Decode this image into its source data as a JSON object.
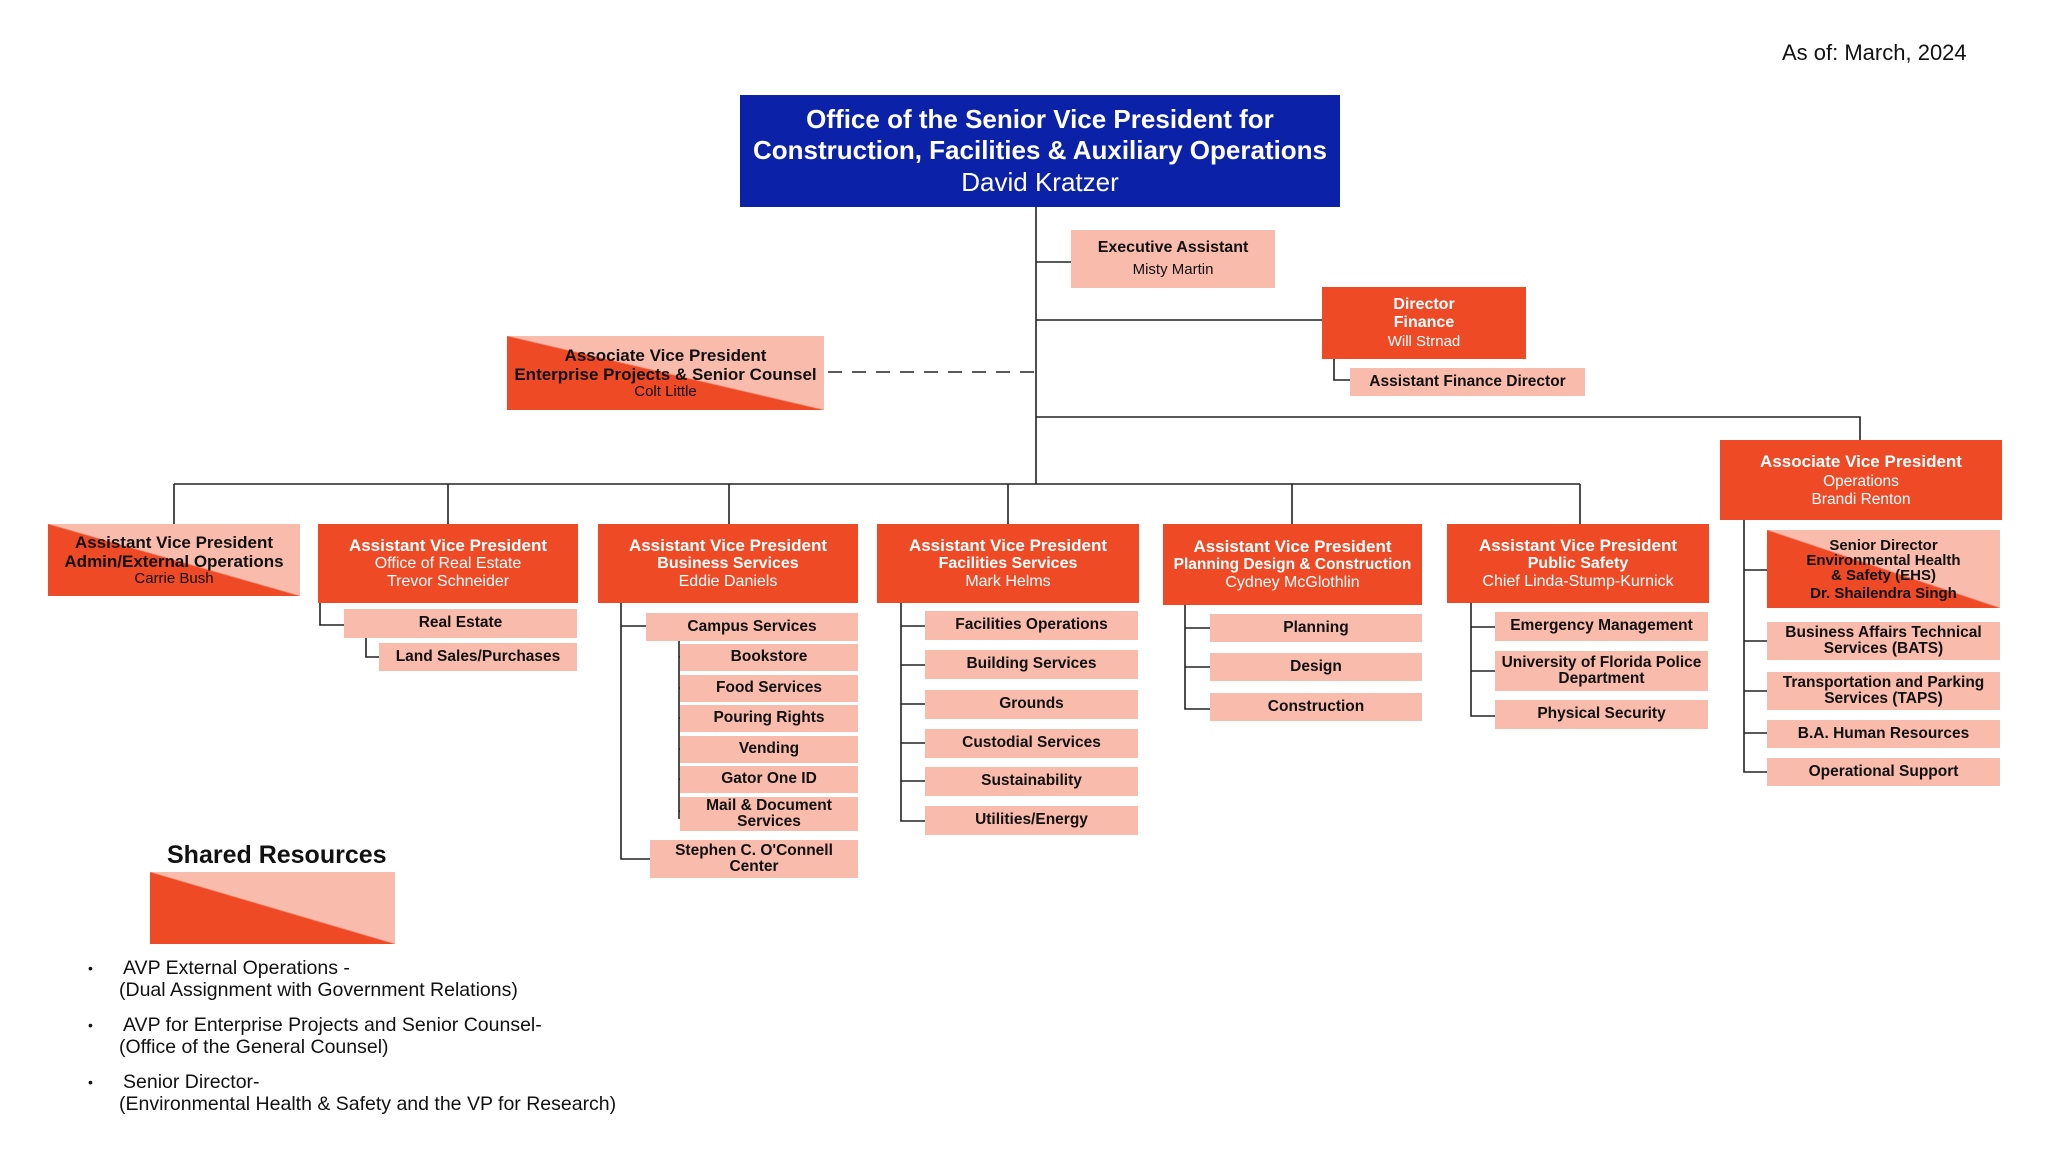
{
  "as_of": "As of: March, 2024",
  "root": {
    "line1": "Office of the Senior Vice President for",
    "line2": "Construction, Facilities & Auxiliary Operations",
    "name": "David Kratzer"
  },
  "exec_assistant": {
    "title": "Executive Assistant",
    "name": "Misty Martin"
  },
  "director_finance": {
    "line1": "Director",
    "line2": "Finance",
    "name": "Will Strnad"
  },
  "asst_finance_director": "Assistant Finance Director",
  "avp_enterprise": {
    "line1": "Associate Vice President",
    "line2": "Enterprise Projects & Senior Counsel",
    "name": "Colt Little"
  },
  "avp_operations": {
    "title": "Associate Vice President",
    "dept": "Operations",
    "name": "Brandi Renton",
    "senior_director": {
      "line1": "Senior Director",
      "line2": "Environmental Health",
      "line3": "& Safety (EHS)",
      "name": "Dr. Shailendra Singh"
    },
    "items": [
      "Business Affairs Technical Services (BATS)",
      "Transportation and Parking Services (TAPS)",
      "B.A. Human Resources",
      "Operational Support"
    ]
  },
  "avp_admin": {
    "line1": "Assistant Vice President",
    "line2": "Admin/External Operations",
    "name": "Carrie Bush"
  },
  "avp_real_estate": {
    "title": "Assistant Vice President",
    "dept": "Office of Real Estate",
    "name": "Trevor Schneider",
    "items": [
      "Real Estate",
      "Land Sales/Purchases"
    ]
  },
  "avp_business": {
    "title": "Assistant Vice President",
    "dept": "Business Services",
    "name": "Eddie Daniels",
    "campus_services": "Campus Services",
    "campus_items": [
      "Bookstore",
      "Food Services",
      "Pouring Rights",
      "Vending",
      "Gator One ID",
      "Mail & Document Services"
    ],
    "oconnell": "Stephen C. O'Connell Center"
  },
  "avp_facilities": {
    "title": "Assistant Vice President",
    "dept": "Facilities Services",
    "name": "Mark Helms",
    "items": [
      "Facilities Operations",
      "Building Services",
      "Grounds",
      "Custodial Services",
      "Sustainability",
      "Utilities/Energy"
    ]
  },
  "avp_planning": {
    "title": "Assistant Vice President",
    "dept": "Planning Design & Construction",
    "name": "Cydney McGlothlin",
    "items": [
      "Planning",
      "Design",
      "Construction"
    ]
  },
  "avp_safety": {
    "title": "Assistant Vice President",
    "dept": "Public Safety",
    "name": "Chief Linda-Stump-Kurnick",
    "items": [
      "Emergency Management",
      "University of Florida Police Department",
      "Physical Security"
    ]
  },
  "shared_resources": {
    "title": "Shared Resources",
    "notes": [
      {
        "line1": "AVP External Operations -",
        "line2": "(Dual Assignment with Government Relations)"
      },
      {
        "line1": "AVP for Enterprise Projects and Senior Counsel-",
        "line2": "(Office of the General Counsel)"
      },
      {
        "line1": "Senior Director-",
        "line2": "(Environmental Health & Safety and the VP for Research)"
      }
    ],
    "bullet": "•"
  },
  "colors": {
    "navy": "#0b22a8",
    "orange": "#ef4a26",
    "peach": "#f9bcac"
  }
}
